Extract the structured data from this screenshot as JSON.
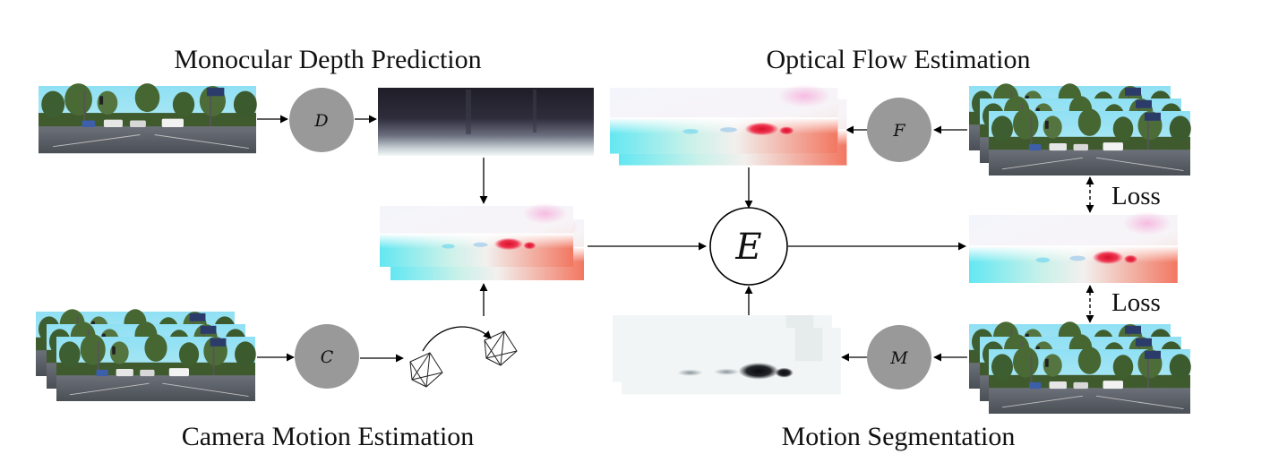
{
  "titles": {
    "depth": "Monocular Depth Prediction",
    "flow": "Optical Flow Estimation",
    "camera": "Camera Motion Estimation",
    "segmentation": "Motion Segmentation"
  },
  "nodes": {
    "depth_net": "D",
    "camera_net": "C",
    "flow_net": "F",
    "mask_net": "M",
    "combiner": "E"
  },
  "losses": {
    "flow_loss": "Loss",
    "segmentation_loss": "Loss"
  },
  "colors": {
    "node_fill": "#999999",
    "arrow": "#000000",
    "flow_magenta": "#e8243c",
    "flow_cyan": "#5fe7f2",
    "flow_salmon": "#f2735f",
    "depth_dark": "#25232f",
    "sky": "#86d8ef",
    "road": "#555a63"
  }
}
